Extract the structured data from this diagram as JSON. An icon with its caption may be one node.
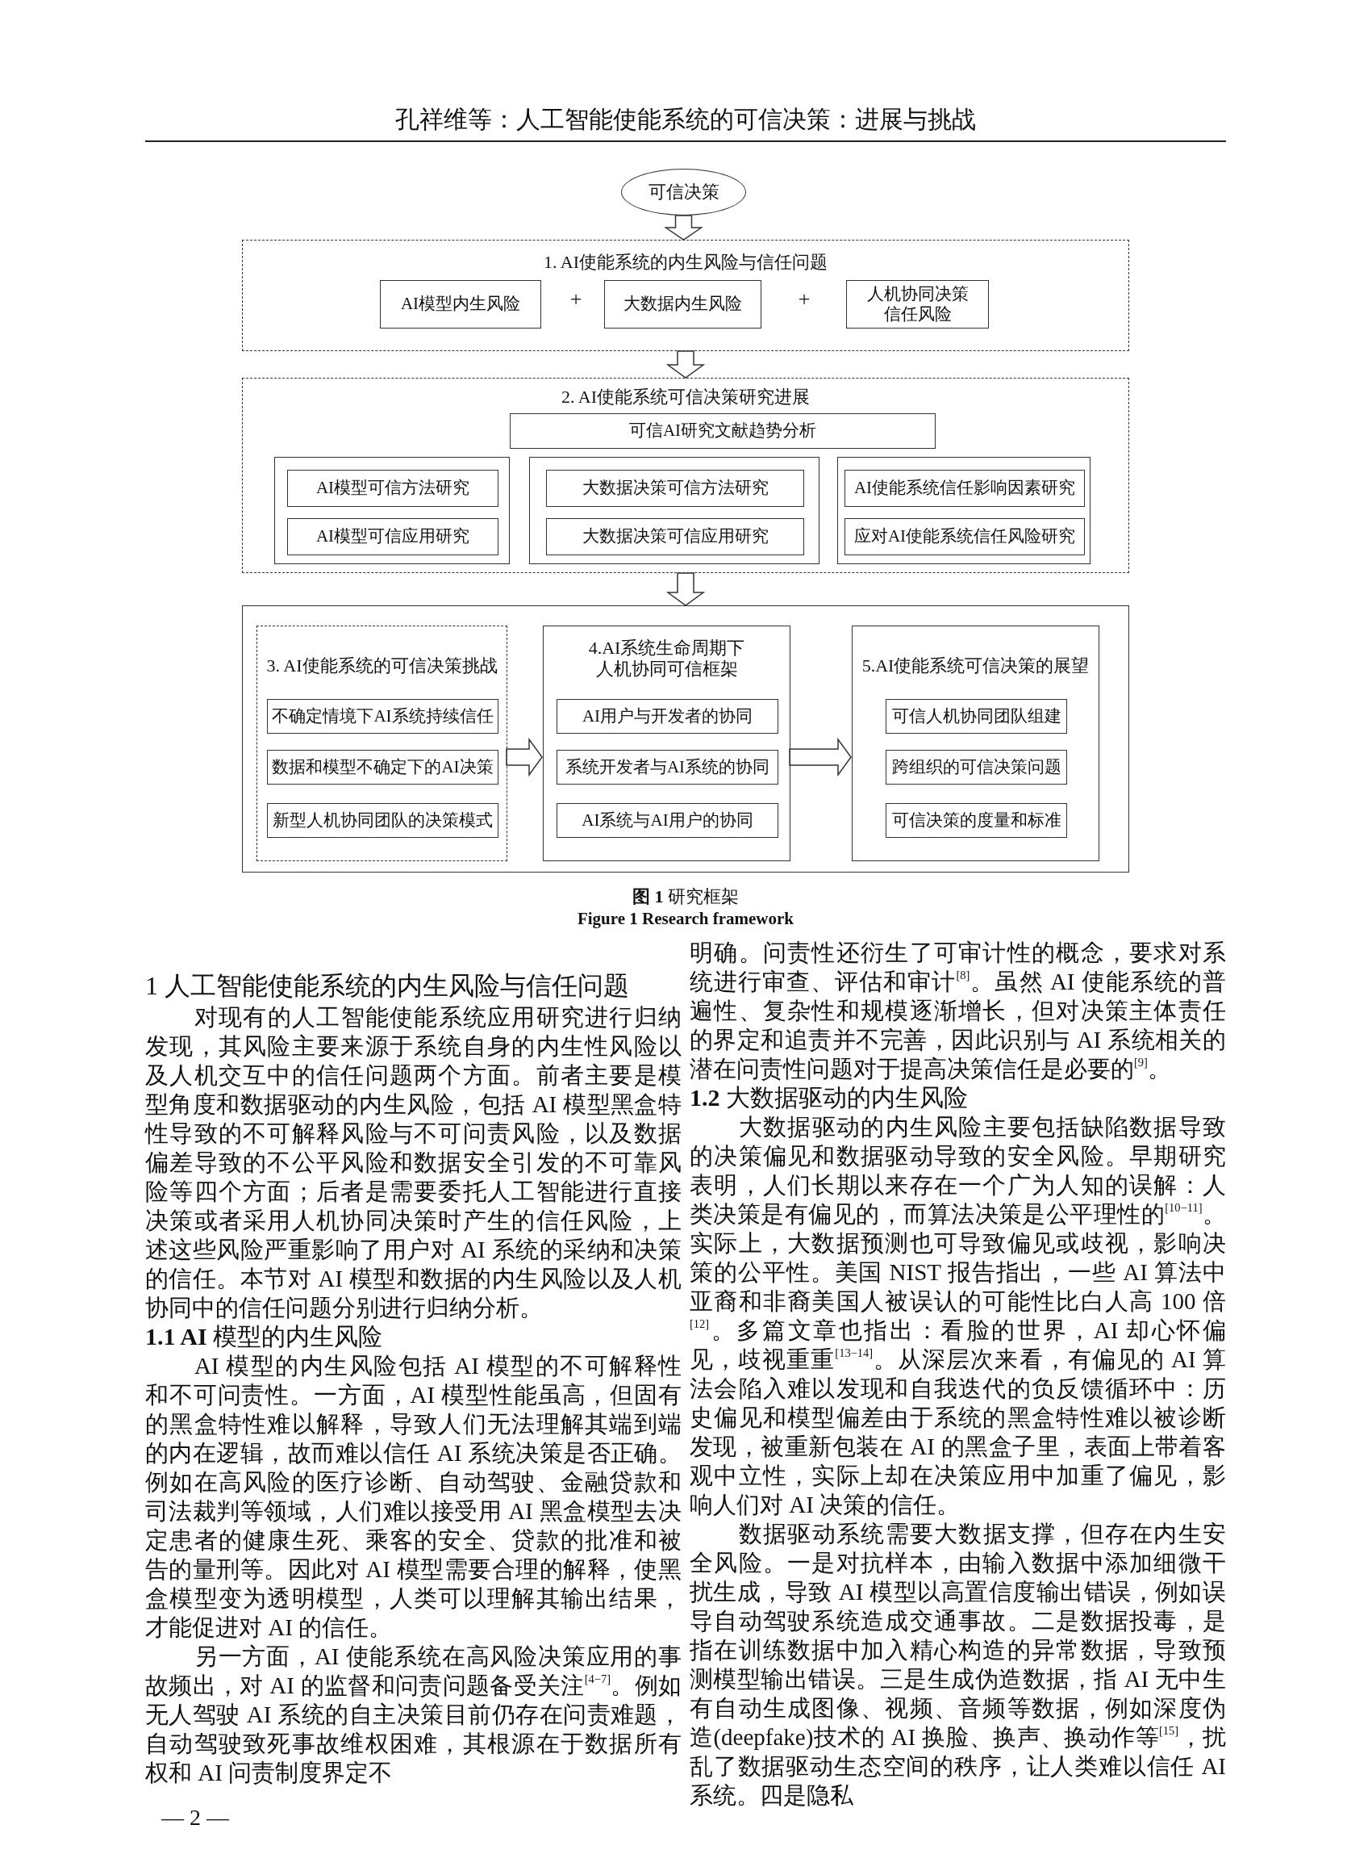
{
  "diagram": {
    "caption": "**图 1** 研究框架",
    "nodes": [
      {
        "text": [
          "可信决策"
        ]
      },
      {
        "text": [
          "1. AI使能系统的内生风险与信任问题"
        ]
      },
      {
        "text": [
          "AI模型内生风险"
        ],
        "in": 1
      },
      {
        "text": [
          "大数据内生风险"
        ],
        "in": 1
      },
      {
        "text": [
          "人机协同决策信任风险"
        ],
        "in": 1
      },
      {
        "text": [
          "2. AI使能系统可信决策研究进展"
        ]
      },
      {
        "text": [
          "可信AI研究文献趋势分析"
        ],
        "in": 5
      },
      {
        "text": [],
        "shape": "box",
        "in": 5
      },
      {
        "text": [
          "AI模型可信方法研究"
        ],
        "in": 7
      },
      {
        "text": [
          "AI模型可信应用研究"
        ],
        "in": 7
      },
      {
        "text": [],
        "shape": "box",
        "in": 5
      },
      {
        "text": [
          "大数据决策可信方法研究"
        ],
        "in": 10
      },
      {
        "text": [
          "大数据决策可信应用研究"
        ],
        "in": 10
      },
      {
        "text": [],
        "shape": "box",
        "in": 5
      },
      {
        "text": [
          "AI使能系统信任影响因素研究"
        ],
        "in": 13
      },
      {
        "text": [
          "应对AI使能系统信任风险研究"
        ],
        "in": 13
      },
      {
        "text": [],
        "shape": "box"
      },
      {
        "text": [
          "3. AI使能系统的可信决策挑战"
        ],
        "in": 16
      },
      {
        "text": [
          "不确定情境下AI系统持续信任"
        ],
        "in": 17
      },
      {
        "text": [
          "数据和模型不确定下的AI决策"
        ],
        "in": 17
      },
      {
        "text": [
          "新型人机协同团队的决策模式"
        ],
        "in": 17
      },
      {
        "text": [
          "4.AI系统生命周期下人机协同可信框架"
        ],
        "in": 16
      },
      {
        "text": [
          "AI用户与开发者的协同"
        ],
        "in": 21
      },
      {
        "text": [
          "系统开发者与AI系统的协同"
        ],
        "in": 21
      },
      {
        "text": [
          "AI系统与AI用户的协同"
        ],
        "in": 21
      },
      {
        "text": [
          "5.AI使能系统可信决策的展望"
        ],
        "in": 16
      },
      {
        "text": [
          "可信人机协同团队组建"
        ],
        "in": 25
      },
      {
        "text": [
          "跨组织的可信决策问题"
        ],
        "in": 25
      },
      {
        "text": [
          "可信决策的度量和标准"
        ],
        "in": 25
      }
    ],
    "edges": [
      {
        "from": 0,
        "to": 1,
        "arrow": "to"
      },
      {
        "from": 1,
        "to": 5,
        "arrow": "to"
      },
      {
        "from": 5,
        "to": 16,
        "arrow": "to"
      },
      {
        "from": 17,
        "to": 21,
        "arrow": "to"
      },
      {
        "from": 21,
        "to": 25,
        "arrow": "to"
      }
    ],
    "labels": [
      "孔祥维等：人工智能使能系统的可信决策：进展与挑战",
      "+",
      "+",
      "Figure 1 Research framework",
      "1 人工智能使能系统的内生风险与信任问题",
      "对现有的人工智能使能系统应用研究进行归纳发现，其风险主要来源于系统自身的内生性风险以及人机交互中的信任问题两个方面。前者主要是模型角度和数据驱动的内生风险，包括 AI 模型黑盒特性导致的不可解释风险与不可问责风险，以及数据偏差导致的不公平风险和数据安全引发的不可靠风险等四个方面；后者是需要委托人工智能进行直接决策或者采用人机协同决策时产生的信任风险，上述这些风险严重影响了用户对 AI 系统的采纳和决策的信任。本节对 AI 模型和数据的内生风险以及人机协同中的信任问题分别进行归纳分析。",
      "**1.1 AI** 模型的内生风险",
      "AI 模型的内生风险包括 AI 模型的不可解释性和不可问责性。一方面，AI 模型性能虽高，但固有的黑盒特性难以解释，导致人们无法理解其端到端的内在逻辑，故而难以信任 AI 系统决策是否正确。例如在高风险的医疗诊断、自动驾驶、金融贷款和司法裁判等领域，人们难以接受用 AI 黑盒模型去决定患者的健康生死、乘客的安全、贷款的批准和被告的量刑等。因此对 AI 模型需要合理的解释，使黑盒模型变为透明模型，人类可以理解其输出结果，才能促进对 AI 的信任。",
      "另一方面，AI 使能系统在高风险决策应用的事故频出，对 AI 的监督和问责问题备受关注$^{[4−7]}$。例如无人驾驶 AI 系统的自主决策目前仍存在问责难题，自动驾驶致死事故维权困难，其根源在于数据所有权和 AI 问责制度界定不",
      "明确。问责性还衍生了可审计性的概念，要求对系统进行审查、评估和审计$^{[8]}$。虽然 AI 使能系统的普遍性、复杂性和规模逐渐增长，但对决策主体责任的界定和追责并不完善，因此识别与 AI 系统相关的潜在问责性问题对于提高决策信任是必要的$^{[9]}$。",
      "**1.2** 大数据驱动的内生风险",
      "大数据驱动的内生风险主要包括缺陷数据导致的决策偏见和数据驱动导致的安全风险。早期研究表明，人们长期以来存在一个广为人知的误解：人类决策是有偏见的，而算法决策是公平理性的$^{[10−11]}$。实际上，大数据预测也可导致偏见或歧视，影响决策的公平性。美国 NIST 报告指出，一些 AI 算法中亚裔和非裔美国人被误认的可能性比白人高 100 倍$^{[12]}$。多篇文章也指出：看脸的世界，AI 却心怀偏见，歧视重重$^{[13−14]}$。从深层次来看，有偏见的 AI 算法会陷入难以发现和自我迭代的负反馈循环中：历史偏见和模型偏差由于系统的黑盒特性难以被诊断发现，被重新包装在 AI 的黑盒子里，表面上带着客观中立性，实际上却在决策应用中加重了偏见，影响人们对 AI 决策的信任。",
      "数据驱动系统需要大数据支撑，但存在内生安全风险。一是对抗样本，由输入数据中添加细微干扰生成，导致 AI 模型以高置信度输出错误，例如误导自动驾驶系统造成交通事故。二是数据投毒，是指在训练数据中加入精心构造的异常数据，导致预测模型输出错误。三是生成伪造数据，指 AI 无中生有自动生成图像、视频、音频等数据，例如深度伪造(deepfake)技术的 AI 换脸、换声、换动作等$^{[15]}$，扰乱了数据驱动生态空间的秩序，让人类难以信任 AI 系统。四是隐私",
      "— 2 —"
    ]
  }
}
